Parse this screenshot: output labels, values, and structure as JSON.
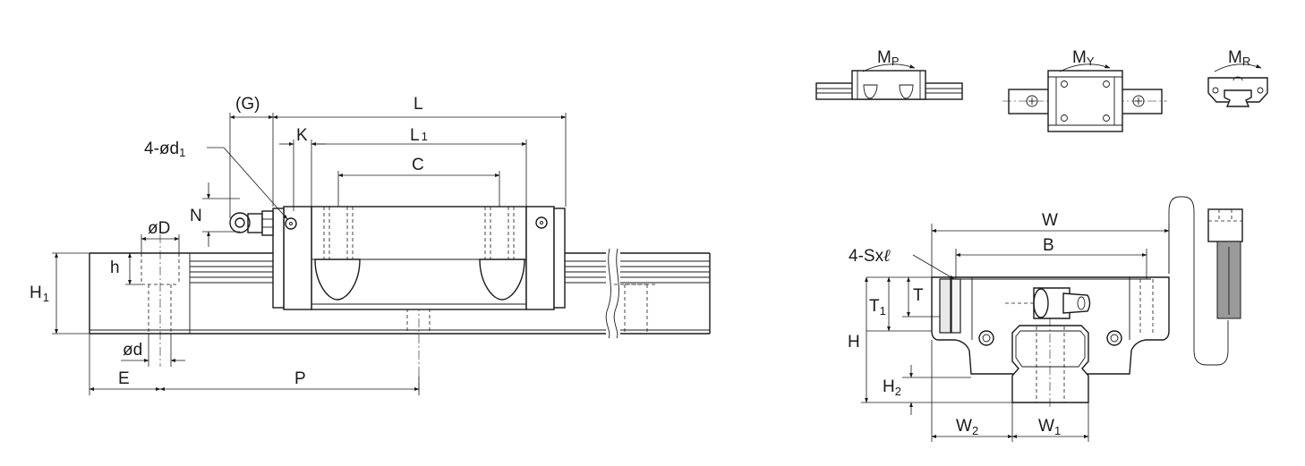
{
  "labels": {
    "L": "L",
    "L1_main": "L",
    "L1_sub": "1",
    "G": "(G)",
    "K": "K",
    "C": "C",
    "d1_main": "4-ød",
    "d1_sub": "1",
    "N": "N",
    "phiD": "øD",
    "h": "h",
    "H1_main": "H",
    "H1_sub": "1",
    "phid": "ød",
    "E": "E",
    "P": "P",
    "W": "W",
    "B": "B",
    "Sxl": "4-Sx",
    "ell": "ℓ",
    "T": "T",
    "T1_main": "T",
    "T1_sub": "1",
    "H": "H",
    "H2_main": "H",
    "H2_sub": "2",
    "W2_main": "W",
    "W2_sub": "2",
    "W1_main": "W",
    "W1_sub": "1",
    "MP_main": "M",
    "MP_sub": "P",
    "MY_main": "M",
    "MY_sub": "Y",
    "MR_main": "M",
    "MR_sub": "R"
  }
}
